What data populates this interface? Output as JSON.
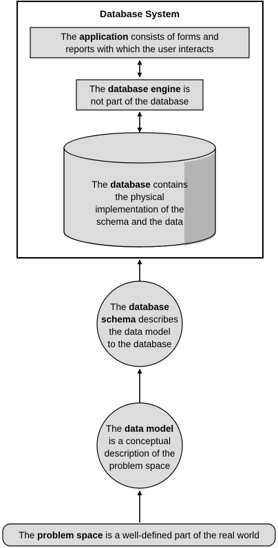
{
  "diagram": {
    "system_title": "Database System",
    "application": {
      "line1": [
        "The ",
        "application",
        " consists of forms and"
      ],
      "line2": [
        "reports with which the user interacts"
      ]
    },
    "engine": {
      "line1": [
        "The ",
        "database engine",
        " is"
      ],
      "line2": [
        "not part of the database"
      ]
    },
    "database": {
      "line1": [
        "The ",
        "database",
        " contains"
      ],
      "line2": [
        "the physical"
      ],
      "line3": [
        "implementation of the"
      ],
      "line4": [
        "schema and the data"
      ]
    },
    "schema": {
      "line1": [
        "The ",
        "database"
      ],
      "line2": [
        "schema",
        " describes"
      ],
      "line3": [
        "the data model"
      ],
      "line4": [
        "to the database"
      ]
    },
    "data_model": {
      "line1": [
        "The ",
        "data model"
      ],
      "line2": [
        "is a conceptual"
      ],
      "line3": [
        "description of the"
      ],
      "line4": [
        "problem space"
      ]
    },
    "problem_space": {
      "line1": [
        "The ",
        "problem space",
        " is a well-defined part of the real world"
      ]
    },
    "colors": {
      "box_fill": "#dcdcdc",
      "cylinder_side": "#b4b4b4",
      "stroke": "#000000",
      "background": "#ffffff"
    }
  }
}
